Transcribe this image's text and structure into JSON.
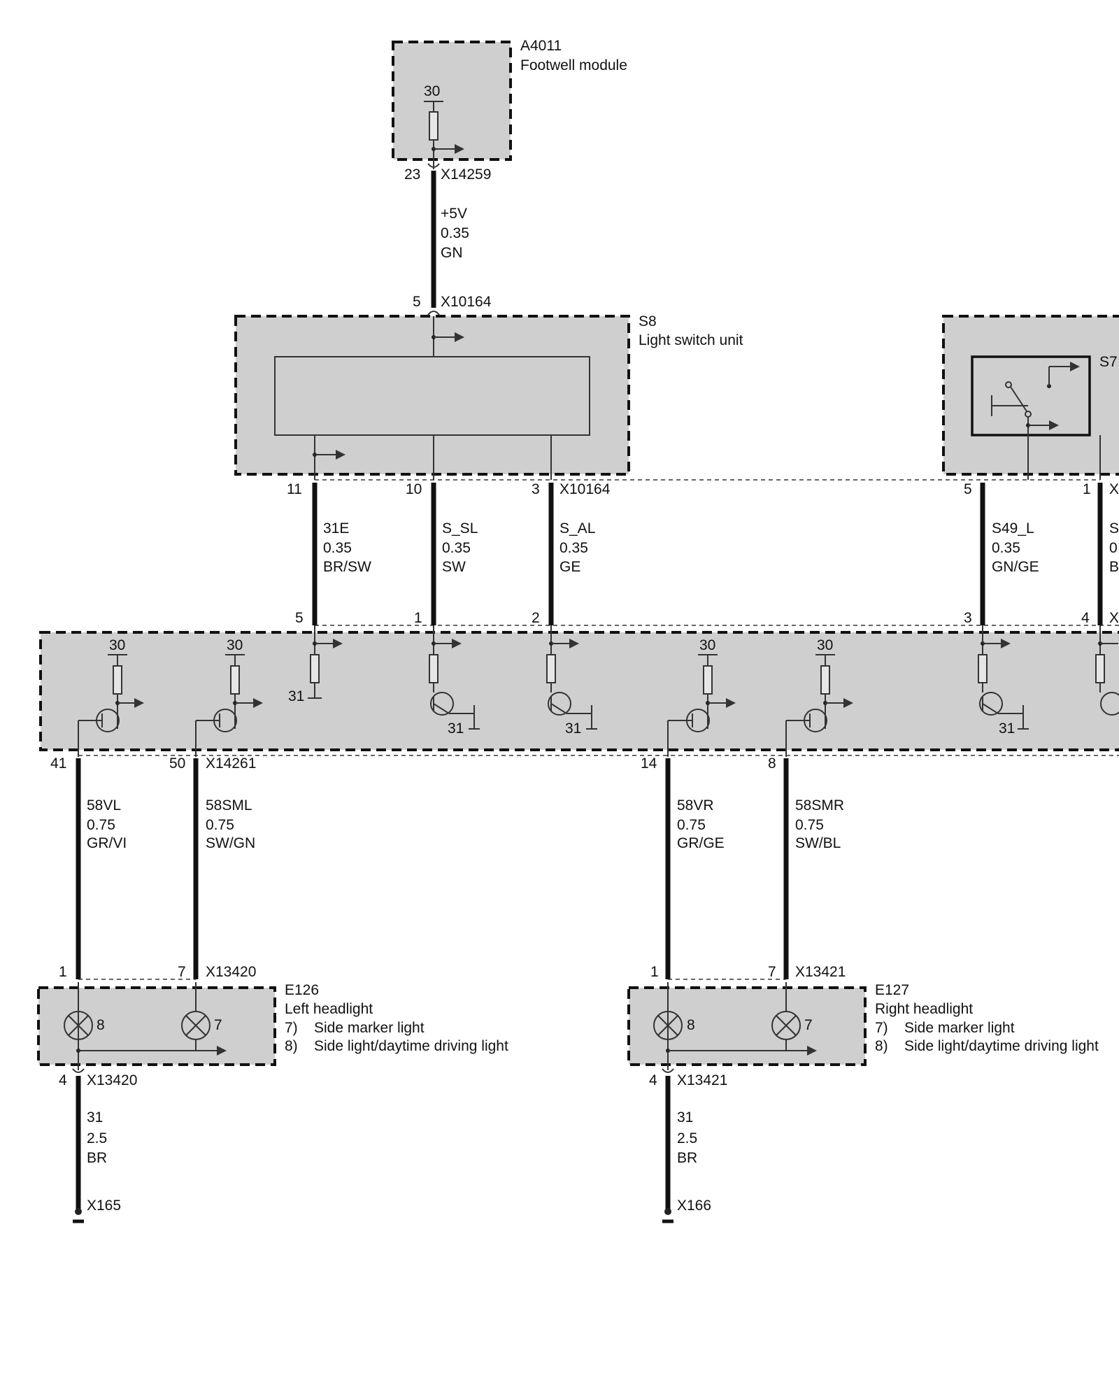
{
  "modules": {
    "footwell": {
      "id": "A4011",
      "name": "Footwell module",
      "pin_label": "30"
    },
    "light_switch": {
      "id": "S8",
      "name": "Light switch unit"
    },
    "s7": {
      "id": "S7"
    },
    "left_headlight": {
      "id": "E126",
      "name": "Left headlight",
      "note1": "7)    Side marker light",
      "note2": "8)    Side light/daytime driving light",
      "lamp1": "8",
      "lamp2": "7"
    },
    "right_headlight": {
      "id": "E127",
      "name": "Right headlight",
      "note1": "7)    Side marker light",
      "note2": "8)    Side light/daytime driving light",
      "lamp1": "8",
      "lamp2": "7"
    }
  },
  "connectors": {
    "x14259": {
      "pin": "23",
      "name": "X14259"
    },
    "x10164_top": {
      "pin": "5",
      "name": "X10164"
    },
    "x10164_bottom": {
      "pin11": "11",
      "pin10": "10",
      "pin3": "3",
      "name": "X10164"
    },
    "s7_conn": {
      "pin5": "5",
      "pin1": "1",
      "name": "X"
    },
    "ctrl_top": {
      "p5": "5",
      "p1": "1",
      "p2": "2",
      "p3": "3",
      "p4": "4",
      "name": "X"
    },
    "x14261": {
      "p41": "41",
      "p50": "50",
      "p14": "14",
      "p8": "8",
      "name": "X14261"
    },
    "x13420": {
      "p1": "1",
      "p7": "7",
      "name": "X13420",
      "p4": "4"
    },
    "x13421": {
      "p1": "1",
      "p7": "7",
      "name": "X13421",
      "p4": "4"
    },
    "ground_left": "X165",
    "ground_right": "X166"
  },
  "wires": {
    "w_5v": {
      "signal": "+5V",
      "size": "0.35",
      "color": "GN"
    },
    "w_31e": {
      "signal": "31E",
      "size": "0.35",
      "color": "BR/SW"
    },
    "w_ssl": {
      "signal": "S_SL",
      "size": "0.35",
      "color": "SW"
    },
    "w_sal": {
      "signal": "S_AL",
      "size": "0.35",
      "color": "GE"
    },
    "w_s49": {
      "signal": "S49_L",
      "size": "0.35",
      "color": "GN/GE"
    },
    "w_s_right": {
      "signal": "S",
      "size": "0",
      "color": "B"
    },
    "w_58vl": {
      "signal": "58VL",
      "size": "0.75",
      "color": "GR/VI"
    },
    "w_58sml": {
      "signal": "58SML",
      "size": "0.75",
      "color": "SW/GN"
    },
    "w_58vr": {
      "signal": "58VR",
      "size": "0.75",
      "color": "GR/GE"
    },
    "w_58smr": {
      "signal": "58SMR",
      "size": "0.75",
      "color": "SW/BL"
    },
    "w_gnd_left": {
      "signal": "31",
      "size": "2.5",
      "color": "BR"
    },
    "w_gnd_right": {
      "signal": "31",
      "size": "2.5",
      "color": "BR"
    }
  },
  "internal_labels": {
    "supply": "30",
    "ground": "31"
  }
}
